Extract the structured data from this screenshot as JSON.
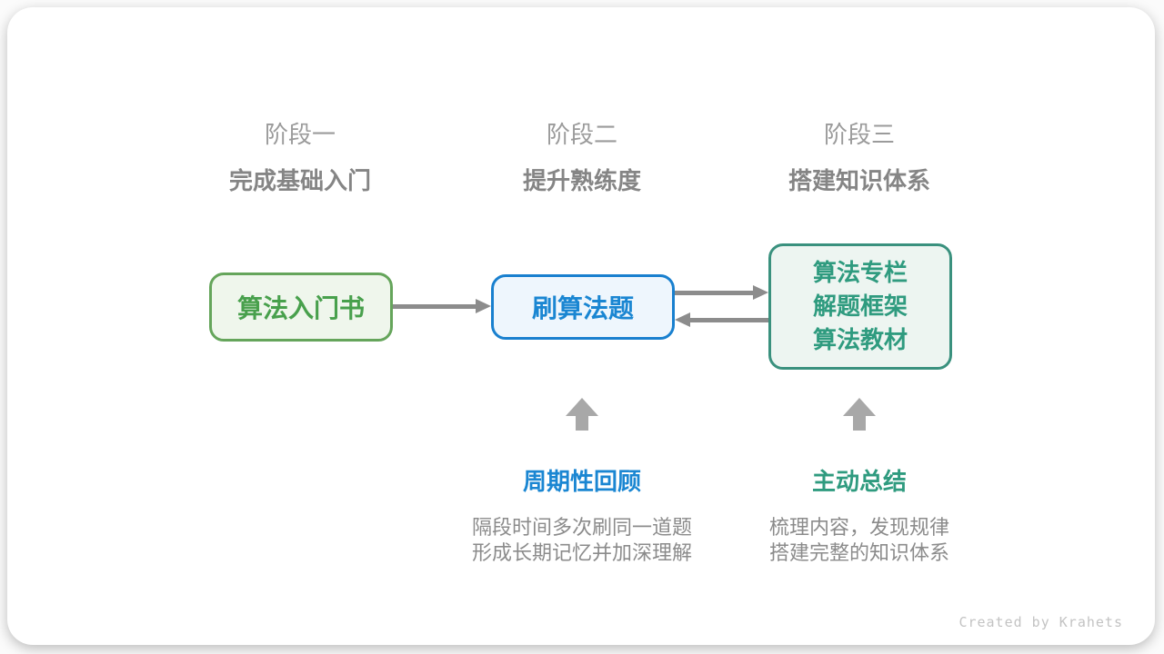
{
  "stages": [
    {
      "label": "阶段一",
      "title": "完成基础入门"
    },
    {
      "label": "阶段二",
      "title": "提升熟练度"
    },
    {
      "label": "阶段三",
      "title": "搭建知识体系"
    }
  ],
  "boxes": [
    {
      "id": "intro-book",
      "lines": [
        "算法入门书"
      ]
    },
    {
      "id": "practice-problems",
      "lines": [
        "刷算法题"
      ]
    },
    {
      "id": "resources",
      "lines": [
        "算法专栏",
        "解题框架",
        "算法教材"
      ]
    }
  ],
  "annotations": [
    {
      "title": "周期性回顾",
      "desc_line1": "隔段时间多次刷同一道题",
      "desc_line2": "形成长期记忆并加深理解"
    },
    {
      "title": "主动总结",
      "desc_line1": "梳理内容，发现规律",
      "desc_line2": "搭建完整的知识体系"
    }
  ],
  "credit": "Created by Krahets",
  "colors": {
    "green_border": "#65a55b",
    "green_bg": "#eff6ec",
    "green_text": "#48a04c",
    "blue_border": "#1980cf",
    "blue_bg": "#eef6fd",
    "blue_text": "#1a86d2",
    "teal_border": "#3a917e",
    "teal_bg": "#edf5f1",
    "teal_text": "#2f9b7f",
    "connector_arrow": "#8c8c8c",
    "up_arrow": "#a8a8a8",
    "stage_label": "#9b9b9b",
    "stage_title": "#858585",
    "description_text": "#8b8b8b",
    "credit_text": "#c3c3c3"
  }
}
